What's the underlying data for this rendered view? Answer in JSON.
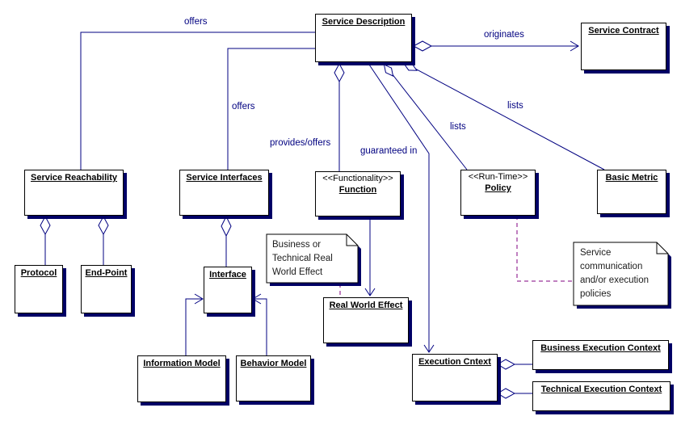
{
  "classes": {
    "service_description": {
      "name": "Service Description"
    },
    "service_contract": {
      "name": "Service Contract"
    },
    "service_reachability": {
      "name": "Service Reachability"
    },
    "service_interfaces": {
      "name": "Service Interfaces"
    },
    "function": {
      "stereotype": "<<Functionality>>",
      "name": "Function"
    },
    "policy": {
      "stereotype": "<<Run-Time>>",
      "name": "Policy"
    },
    "basic_metric": {
      "name": "Basic Metric"
    },
    "protocol": {
      "name": "Protocol"
    },
    "end_point": {
      "name": "End-Point"
    },
    "interface": {
      "name": "Interface"
    },
    "information_model": {
      "name": "Information Model"
    },
    "behavior_model": {
      "name": "Behavior Model"
    },
    "real_world_effect": {
      "name": "Real World Effect"
    },
    "execution_context": {
      "name": "Execution Cntext"
    },
    "business_execution_context": {
      "name": "Business Execution Context"
    },
    "technical_execution_context": {
      "name": "Technical Execution Context"
    }
  },
  "labels": {
    "offers_reachability": "offers",
    "offers_interfaces": "offers",
    "originates": "originates",
    "provides_offers": "provides/offers",
    "guaranteed_in": "guaranteed in",
    "lists_policy": "lists",
    "lists_basic_metric": "lists"
  },
  "notes": {
    "business_technical_rwe": {
      "line1": "Business or",
      "line2": "Technical Real",
      "line3": "World Effect"
    },
    "service_policies": {
      "line1": "Service",
      "line2": "communication",
      "line3": "and/or execution",
      "line4": "policies"
    }
  },
  "colors": {
    "connector": "#000080",
    "edge_label": "#000080",
    "box_border": "#000000",
    "box_shadow": "#000066",
    "note_connector_dashed": "#800080",
    "background": "#ffffff",
    "title_text": "#000000"
  }
}
